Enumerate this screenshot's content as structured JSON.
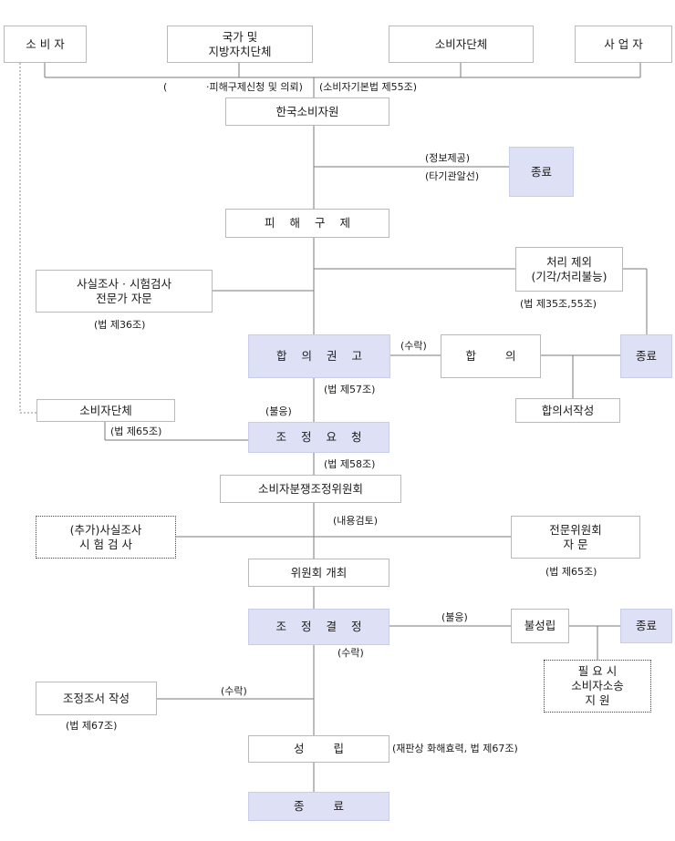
{
  "sources": {
    "consumer": "소 비 자",
    "government": "국가 및\n지방자치단체",
    "consumer_org": "소비자단체",
    "business": "사 업 자"
  },
  "labels": {
    "paren_open": "(",
    "relief_request": "·피해구제신청 및 의뢰)",
    "law55": "(소비자기본법 제55조)",
    "info_provide": "(정보제공)",
    "other_agency": "(타기관알선)",
    "exclusion_law": "(법 제35조,55조)",
    "law36": "(법 제36조)",
    "accept1": "(수락)",
    "law57": "(법 제57조)",
    "reject1": "(불응)",
    "law65a": "(법 제65조)",
    "law58": "(법 제58조)",
    "review": "(내용검토)",
    "law65b": "(법 제65조)",
    "reject2": "(불응)",
    "accept2": "(수락)",
    "accept3": "(수락)",
    "law67": "(법 제67조)",
    "court_effect": "(재판상 화해효력, 법 제67조)"
  },
  "nodes": {
    "kca": "한국소비자원",
    "end_info": "종료",
    "relief": "피 해 구 제",
    "exclusion": "처리 제외\n(기각/처리불능)",
    "investigation": "사실조사 · 시험검사\n전문가 자문",
    "recommendation": "합 의 권 고",
    "agreement": "합 의",
    "end_agreement": "종료",
    "agreement_doc": "합의서작성",
    "consumer_org2": "소비자단체",
    "mediation_request": "조 정 요 청",
    "committee": "소비자분쟁조정위원회",
    "add_investigation": "(추가)사실조사\n시 험 검 사",
    "expert_advice": "전문위원회\n자 문",
    "committee_meeting": "위원회 개최",
    "mediation_decision": "조 정 결 정",
    "not_established": "불성립",
    "end_fail": "종료",
    "lawsuit_support": "필 요 시\n소비자소송\n지 원",
    "mediation_doc": "조정조서 작성",
    "established": "성 립",
    "final_end": "종 료"
  },
  "colors": {
    "highlight_box": "#dee1f6",
    "line": "#7a7a7a"
  }
}
